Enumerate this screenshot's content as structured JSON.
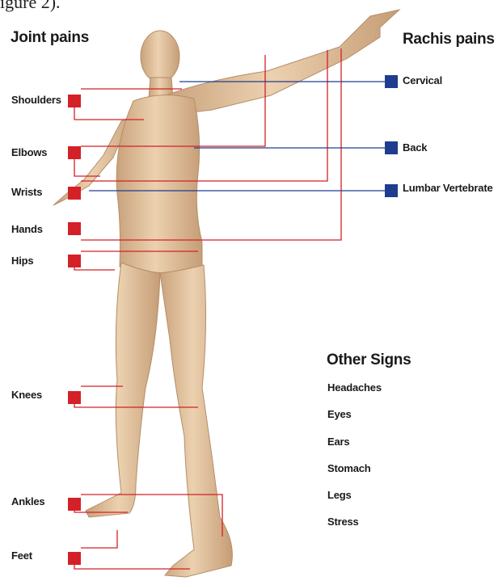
{
  "cut_text": "igure 2).",
  "joint": {
    "title": "Joint pains",
    "items": [
      "Shoulders",
      "Elbows",
      "Wrists",
      "Hands",
      "Hips",
      "Knees",
      "Ankles",
      "Feet"
    ]
  },
  "rachis": {
    "title": "Rachis pains",
    "items": [
      "Cervical",
      "Back",
      "Lumbar Vertebrate"
    ]
  },
  "other": {
    "title": "Other Signs",
    "items": [
      "Headaches",
      "Eyes",
      "Ears",
      "Stomach",
      "Legs",
      "Stress"
    ]
  },
  "colors": {
    "joint_marker": "#d42027",
    "rachis_marker": "#1f3d8f",
    "body": "#e3c09a"
  }
}
